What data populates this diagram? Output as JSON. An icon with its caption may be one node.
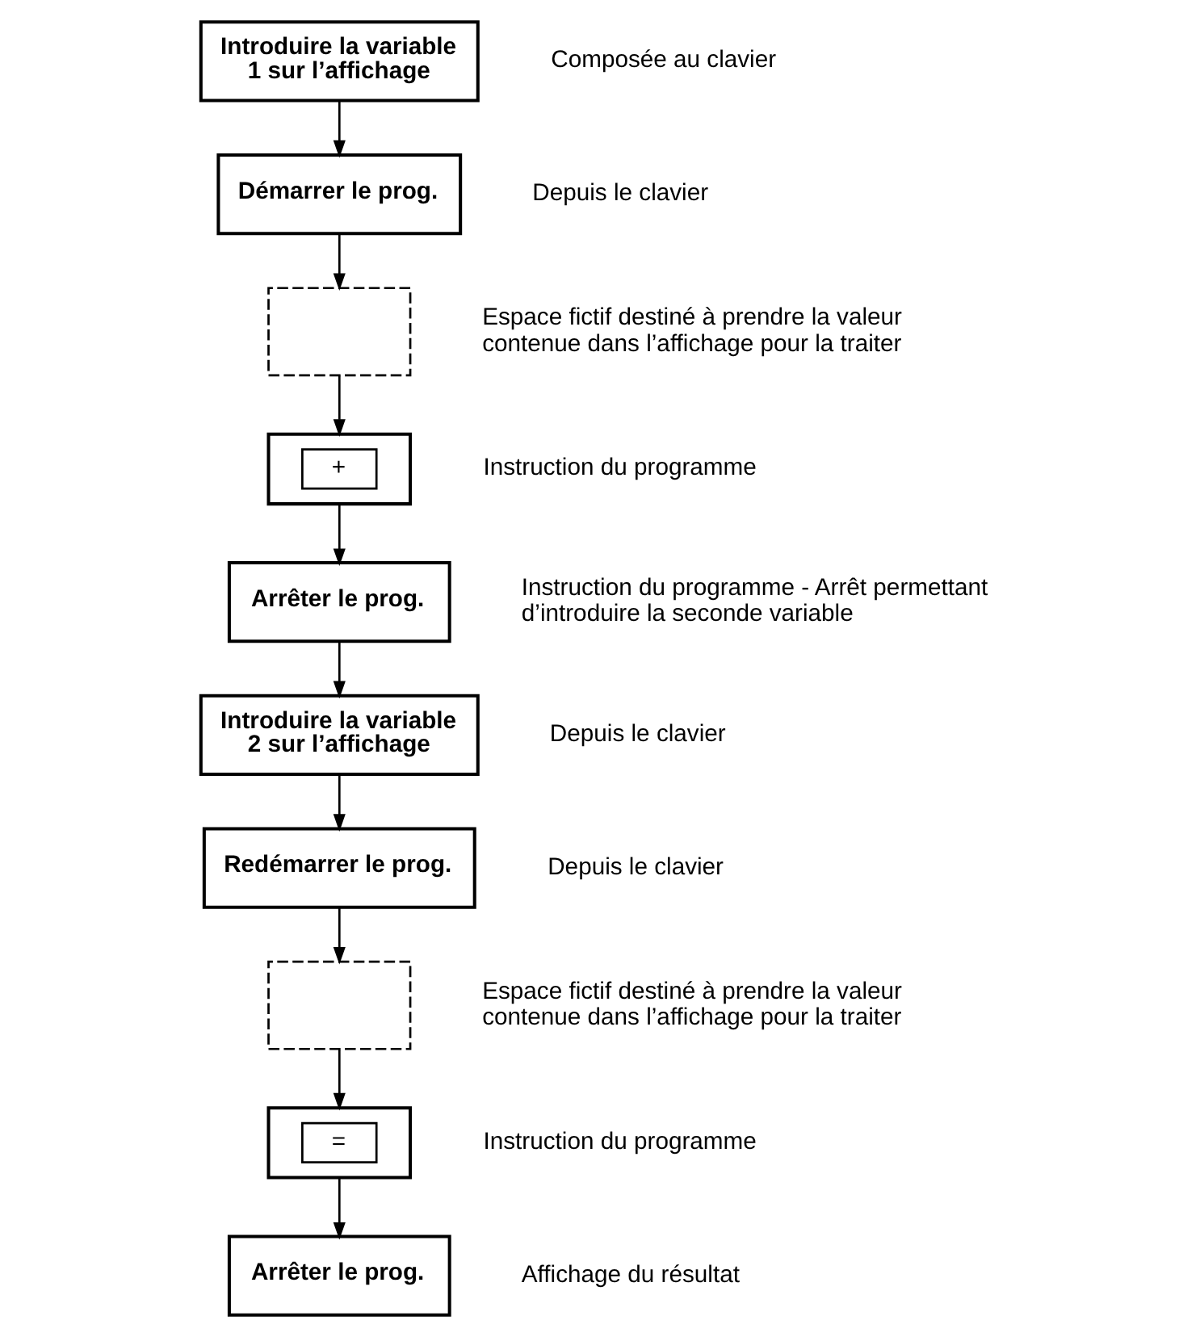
{
  "diagram": {
    "nodes": [
      {
        "text": [
          "Introduire la variable 1 sur l’affichage"
        ],
        "beside": [
          "Composée au clavier"
        ]
      },
      {
        "text": [
          "Démarrer le prog."
        ],
        "beside": [
          "Depuis le clavier"
        ]
      },
      {
        "text": [],
        "shape": "box",
        "beside": [
          "Espace fictif destiné à prendre la valeur contenue dans l’affichage pour la traiter"
        ]
      },
      {
        "text": [
          "+"
        ],
        "beside": [
          "Instruction du programme"
        ]
      },
      {
        "text": [
          "Arrêter le prog."
        ],
        "beside": [
          "Instruction du programme - Arrêt permettant d’introduire la seconde variable"
        ]
      },
      {
        "text": [
          "Introduire la variable 2 sur l’affichage"
        ],
        "beside": [
          "Depuis le clavier"
        ]
      },
      {
        "text": [
          "Redémarrer le prog."
        ],
        "beside": [
          "Depuis le clavier"
        ]
      },
      {
        "text": [],
        "shape": "box",
        "beside": [
          "Espace fictif destiné à prendre la valeur contenue dans l’affichage pour la traiter"
        ]
      },
      {
        "text": [
          "="
        ],
        "beside": [
          "Instruction du programme"
        ]
      },
      {
        "text": [
          "Arrêter le prog."
        ],
        "beside": [
          "Affichage du résultat"
        ]
      }
    ],
    "edges": [
      {
        "from": 0,
        "to": 1,
        "arrow": "to"
      },
      {
        "from": 1,
        "to": 2,
        "arrow": "to"
      },
      {
        "from": 2,
        "to": 3,
        "arrow": "to"
      },
      {
        "from": 3,
        "to": 4,
        "arrow": "to"
      },
      {
        "from": 4,
        "to": 5,
        "arrow": "to"
      },
      {
        "from": 5,
        "to": 6,
        "arrow": "to"
      },
      {
        "from": 6,
        "to": 7,
        "arrow": "to"
      },
      {
        "from": 7,
        "to": 8,
        "arrow": "to"
      },
      {
        "from": 8,
        "to": 9,
        "arrow": "to"
      }
    ]
  }
}
